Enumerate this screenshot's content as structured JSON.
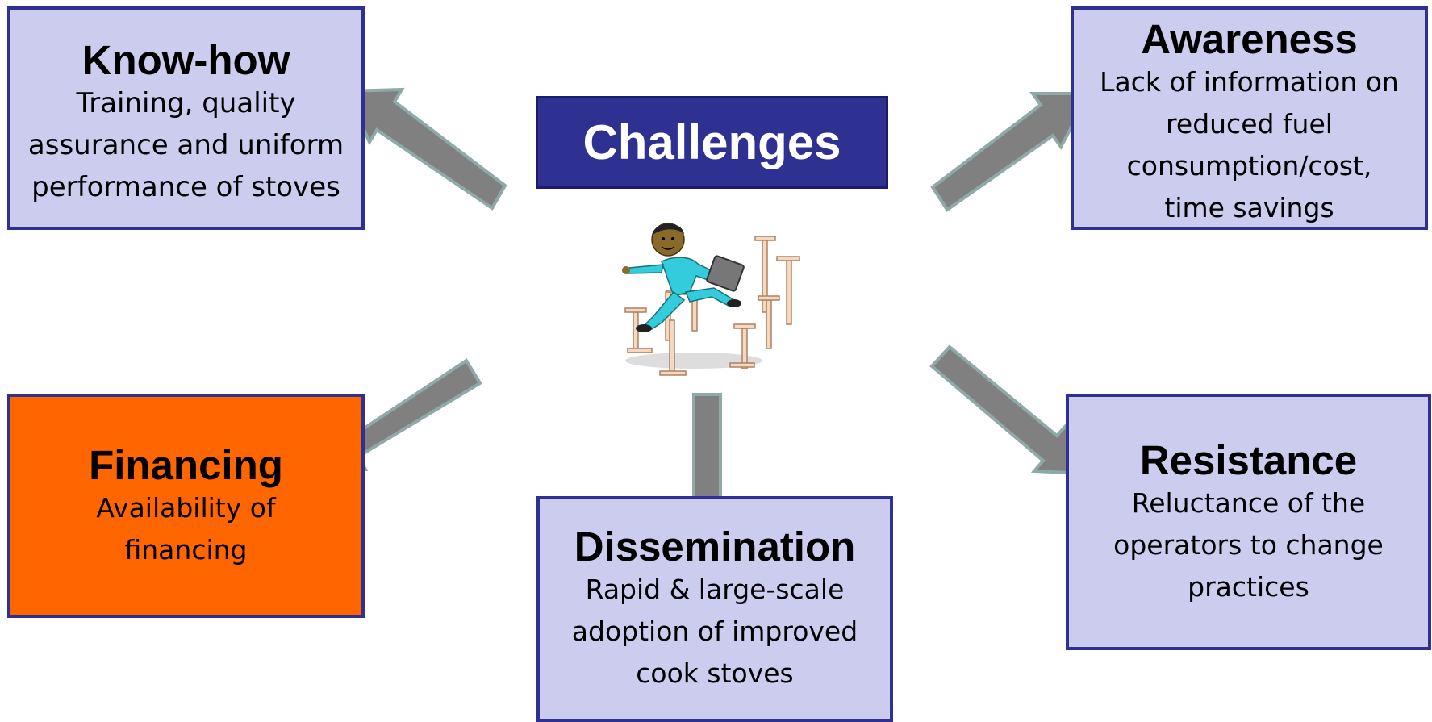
{
  "center": {
    "title": "Challenges"
  },
  "boxes": {
    "knowhow": {
      "title": "Know-how",
      "lines": [
        "Training, quality",
        "assurance and uniform",
        "performance of stoves"
      ]
    },
    "awareness": {
      "title": "Awareness",
      "lines": [
        "Lack of information on",
        "reduced fuel",
        "consumption/cost,",
        "time savings"
      ]
    },
    "financing": {
      "title": "Financing",
      "lines": [
        "Availability of",
        "financing"
      ],
      "color": "#ff6600"
    },
    "dissemination": {
      "title": "Dissemination",
      "lines": [
        "Rapid & large-scale",
        "adoption of improved",
        "cook stoves"
      ]
    },
    "resistance": {
      "title": "Resistance",
      "lines": [
        "Reluctance of the",
        "operators to change",
        "practices"
      ]
    }
  },
  "colors": {
    "box_fill": "#cccdee",
    "box_border": "#2e3192",
    "center_fill": "#2e3192",
    "arrow_fill": "#808080",
    "arrow_stroke": "#8fa8a8"
  },
  "icons": {
    "center_image": "businessman-jumping-hurdles-icon",
    "arrows": "arrow-icon"
  }
}
